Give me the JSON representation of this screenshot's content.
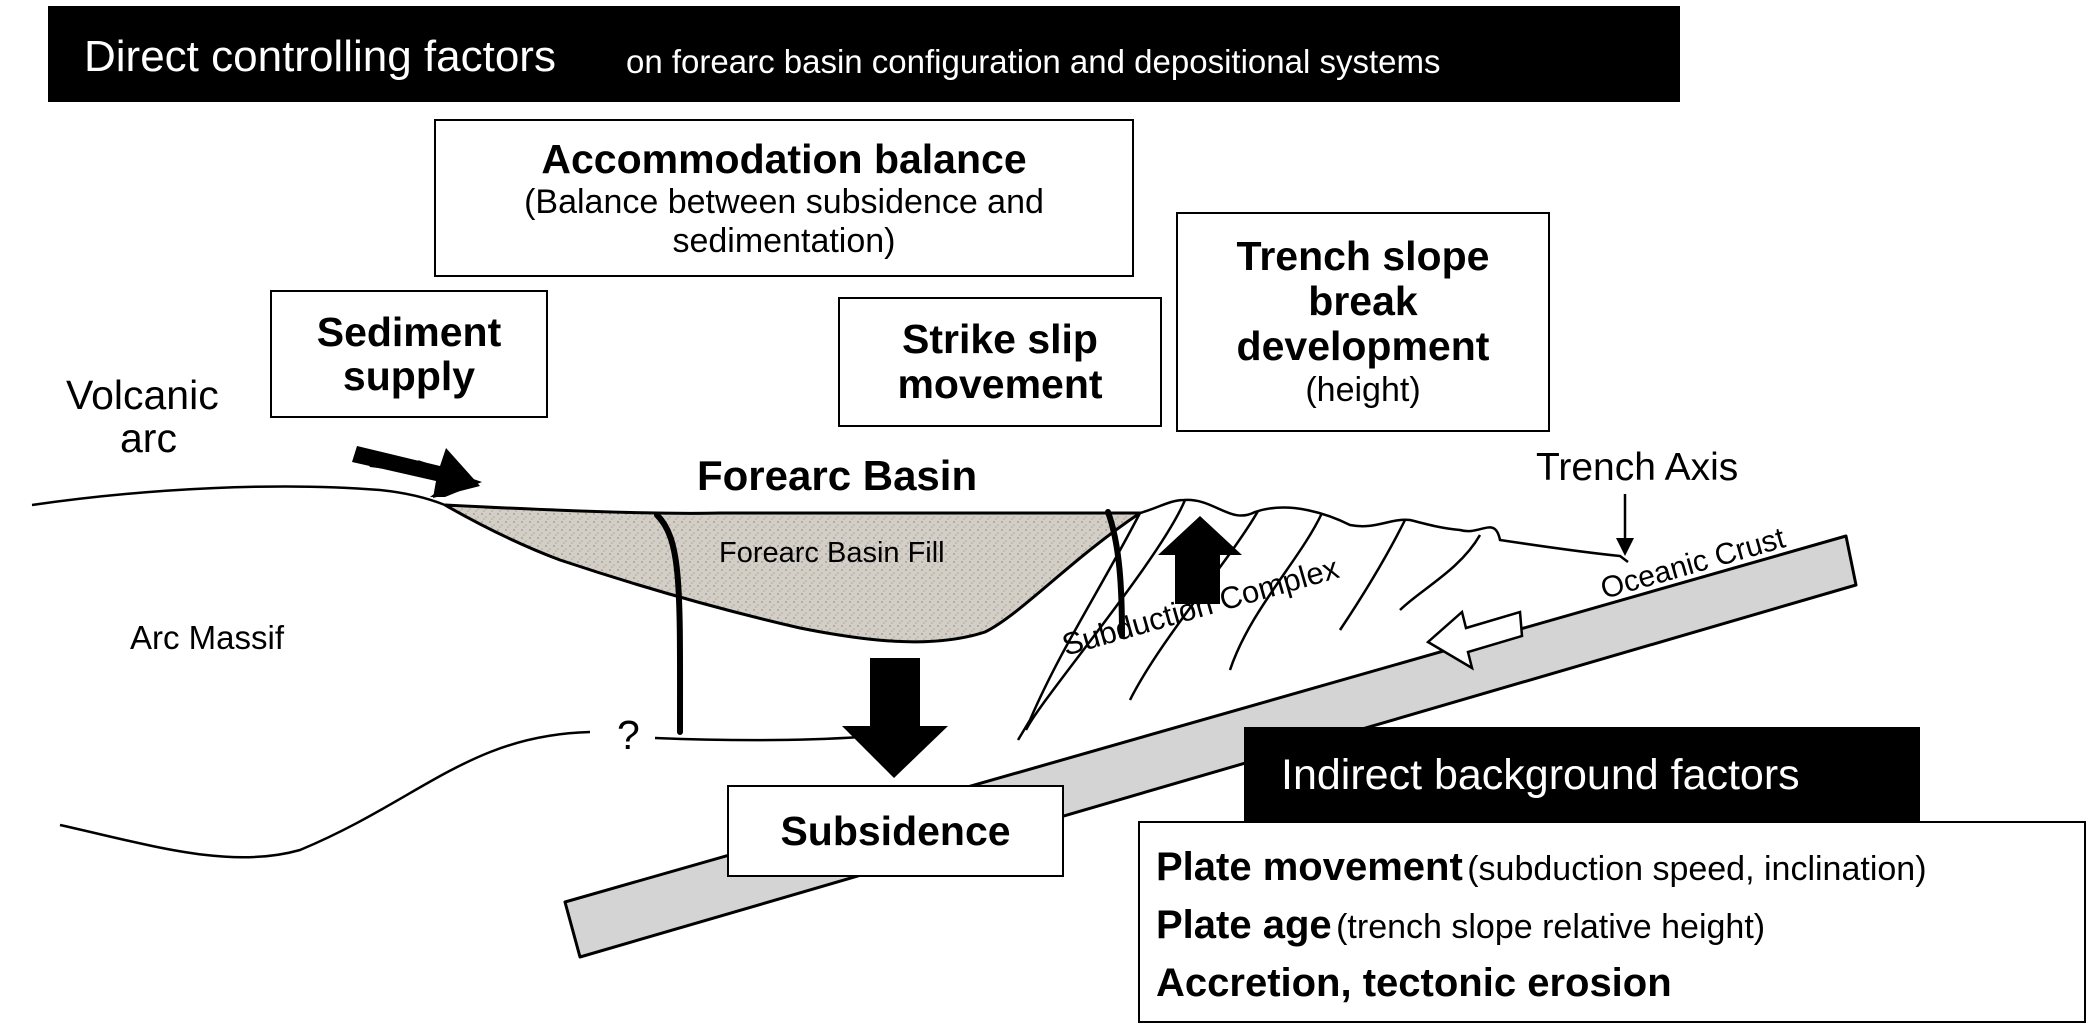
{
  "header": {
    "lead": "Direct controlling factors",
    "rest": "on forearc basin configuration and depositional systems"
  },
  "factors": {
    "accommodation_title": "Accommodation balance",
    "accommodation_sub_1": "(Balance between subsidence and",
    "accommodation_sub_2": "sedimentation)",
    "sediment_1": "Sediment",
    "sediment_2": "supply",
    "strike_1": "Strike slip",
    "strike_2": "movement",
    "trench_1": "Trench slope",
    "trench_2": "break",
    "trench_3": "development",
    "trench_sub": "(height)",
    "subsidence": "Subsidence"
  },
  "labels": {
    "volcanic_arc_1": "Volcanic",
    "volcanic_arc_2": "arc",
    "forearc_basin": "Forearc Basin",
    "forearc_basin_fill": "Forearc Basin Fill",
    "arc_massif": "Arc Massif",
    "question": "?",
    "trench_axis": "Trench Axis",
    "subduction_complex": "Subduction Complex",
    "oceanic_crust": "Oceanic Crust"
  },
  "indirect": {
    "title": "Indirect background factors",
    "items": [
      {
        "bold": "Plate movement",
        "normal": "(subduction speed, inclination)"
      },
      {
        "bold": "Plate age",
        "normal": "(trench slope relative height)"
      },
      {
        "bold": "Accretion, tectonic erosion",
        "normal": ""
      }
    ]
  },
  "colors": {
    "fill_stipple": "#cfcac3",
    "oceanic_crust": "#d4d4d4",
    "ink": "#000000"
  }
}
